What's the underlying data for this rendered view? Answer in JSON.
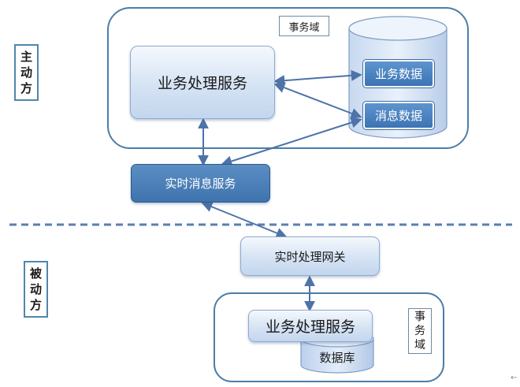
{
  "active_side": {
    "label": "主\n动\n方"
  },
  "passive_side": {
    "label": "被\n动\n方"
  },
  "top_domain": {
    "tag": "事务域",
    "service": "业务处理服务",
    "store": {
      "items": [
        "业务数据",
        "消息数据"
      ]
    }
  },
  "realtime_message_service": "实时消息服务",
  "realtime_gateway": "实时处理网关",
  "bottom_domain": {
    "tag": "事\n务\n域",
    "service": "业务处理服务",
    "database": "数据库"
  },
  "corner_mark": "←",
  "colors": {
    "border": "#4a7eaa",
    "arrow": "#4d73a8",
    "divider": "#5a7fb0",
    "chip": "#3b73b4",
    "dark_service": "#3f73ad"
  }
}
